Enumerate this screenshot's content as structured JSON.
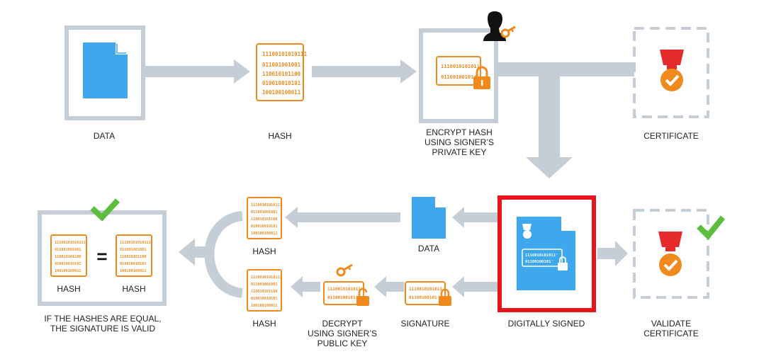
{
  "labels": {
    "data_top": "DATA",
    "hash_top": "HASH",
    "encrypt_1": "ENCRYPT HASH",
    "encrypt_2": "USING SIGNER’S",
    "encrypt_3": "PRIVATE KEY",
    "certificate": "CERTIFICATE",
    "hash_mid": "HASH",
    "data_mid": "DATA",
    "digitally_signed": "DIGITALLY SIGNED",
    "validate_1": "VALIDATE",
    "validate_2": "CERTIFICATE",
    "hash_left_a": "HASH",
    "hash_left_b": "HASH",
    "equal_sign": "=",
    "valid_1": "IF THE HASHES ARE EQUAL,",
    "valid_2": "THE SIGNATURE IS VALID",
    "hash_bottom": "HASH",
    "decrypt_1": "DECRYPT",
    "decrypt_2": "USING SIGNER’S",
    "decrypt_3": "PUBLIC KEY",
    "signature": "SIGNATURE"
  },
  "binary": {
    "hash_lines": [
      "11100101010111",
      "011001001001",
      "110010101100",
      "010010010101",
      "100100100011"
    ],
    "encrypted_lines": [
      "1110010101011'",
      "01100100101'"
    ]
  },
  "colors": {
    "arrow_gray": "#c5ced6",
    "frame_gray": "#c5ced6",
    "orange": "#f08a1c",
    "doc_blue": "#3fa7ee",
    "highlight_red": "#e8141b",
    "check_green": "#5cbd3f",
    "ribbon_red": "#e52b2b"
  },
  "icons": [
    "document-icon",
    "hash-icon",
    "padlock-icon",
    "key-icon",
    "person-icon",
    "certificate-icon",
    "checkmark-icon"
  ]
}
